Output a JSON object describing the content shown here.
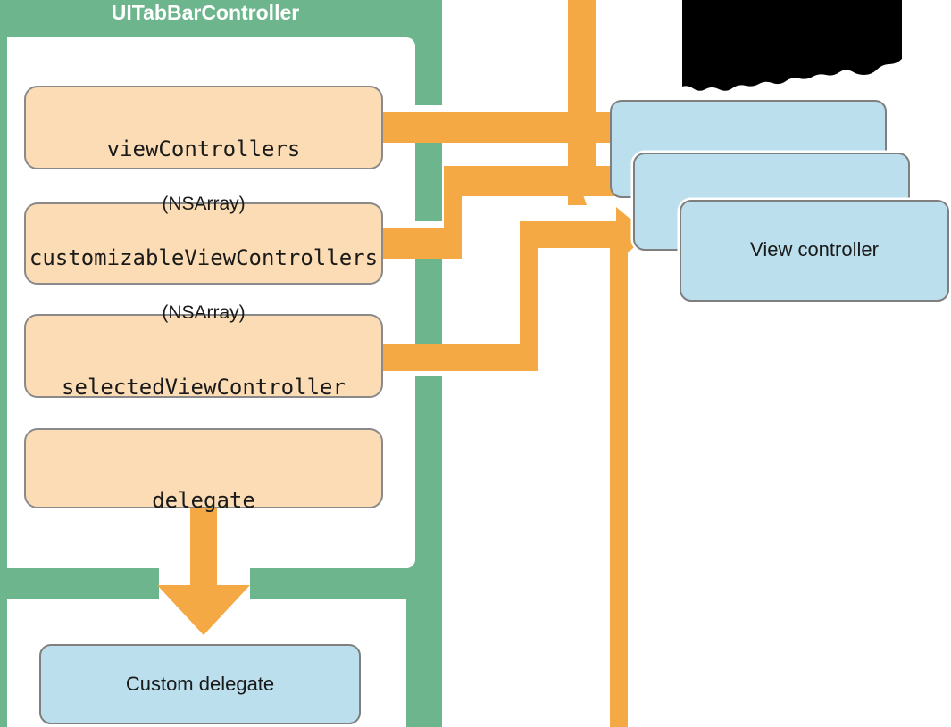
{
  "diagram": {
    "title": "UITabBarController",
    "colors": {
      "green_frame": "#6db68d",
      "orange_arrow": "#f5a945",
      "peach_box_fill": "#fbdcb4",
      "peach_box_stroke": "#8a8a8a",
      "blue_box_fill": "#bbdfec",
      "blue_box_stroke": "#7f7f7f",
      "redacted_black": "#000000",
      "canvas_bg": "#ffffff",
      "title_text": "#ffffff",
      "body_text": "#1a1a1a"
    },
    "container": {
      "label": "UITabBarController",
      "kind": "green-framed-group"
    },
    "properties": [
      {
        "name": "viewControllers",
        "type": "(NSArray)"
      },
      {
        "name": "customizableViewControllers",
        "type": "(NSArray)"
      },
      {
        "name": "selectedViewController",
        "type": ""
      },
      {
        "name": "delegate",
        "type": ""
      }
    ],
    "targets": [
      {
        "label": "Custom delegate",
        "kind": "blue-box"
      },
      {
        "label": "View controller",
        "kind": "blue-box-stack",
        "stack_count": 3
      }
    ],
    "redacted": {
      "label": "",
      "note": "obscured block"
    },
    "connections": [
      {
        "from": "viewControllers",
        "to": "view-controller-stack"
      },
      {
        "from": "customizableViewControllers",
        "to": "view-controller-stack"
      },
      {
        "from": "selectedViewController",
        "to": "view-controller-stack"
      },
      {
        "from": "delegate",
        "to": "Custom delegate"
      }
    ]
  }
}
